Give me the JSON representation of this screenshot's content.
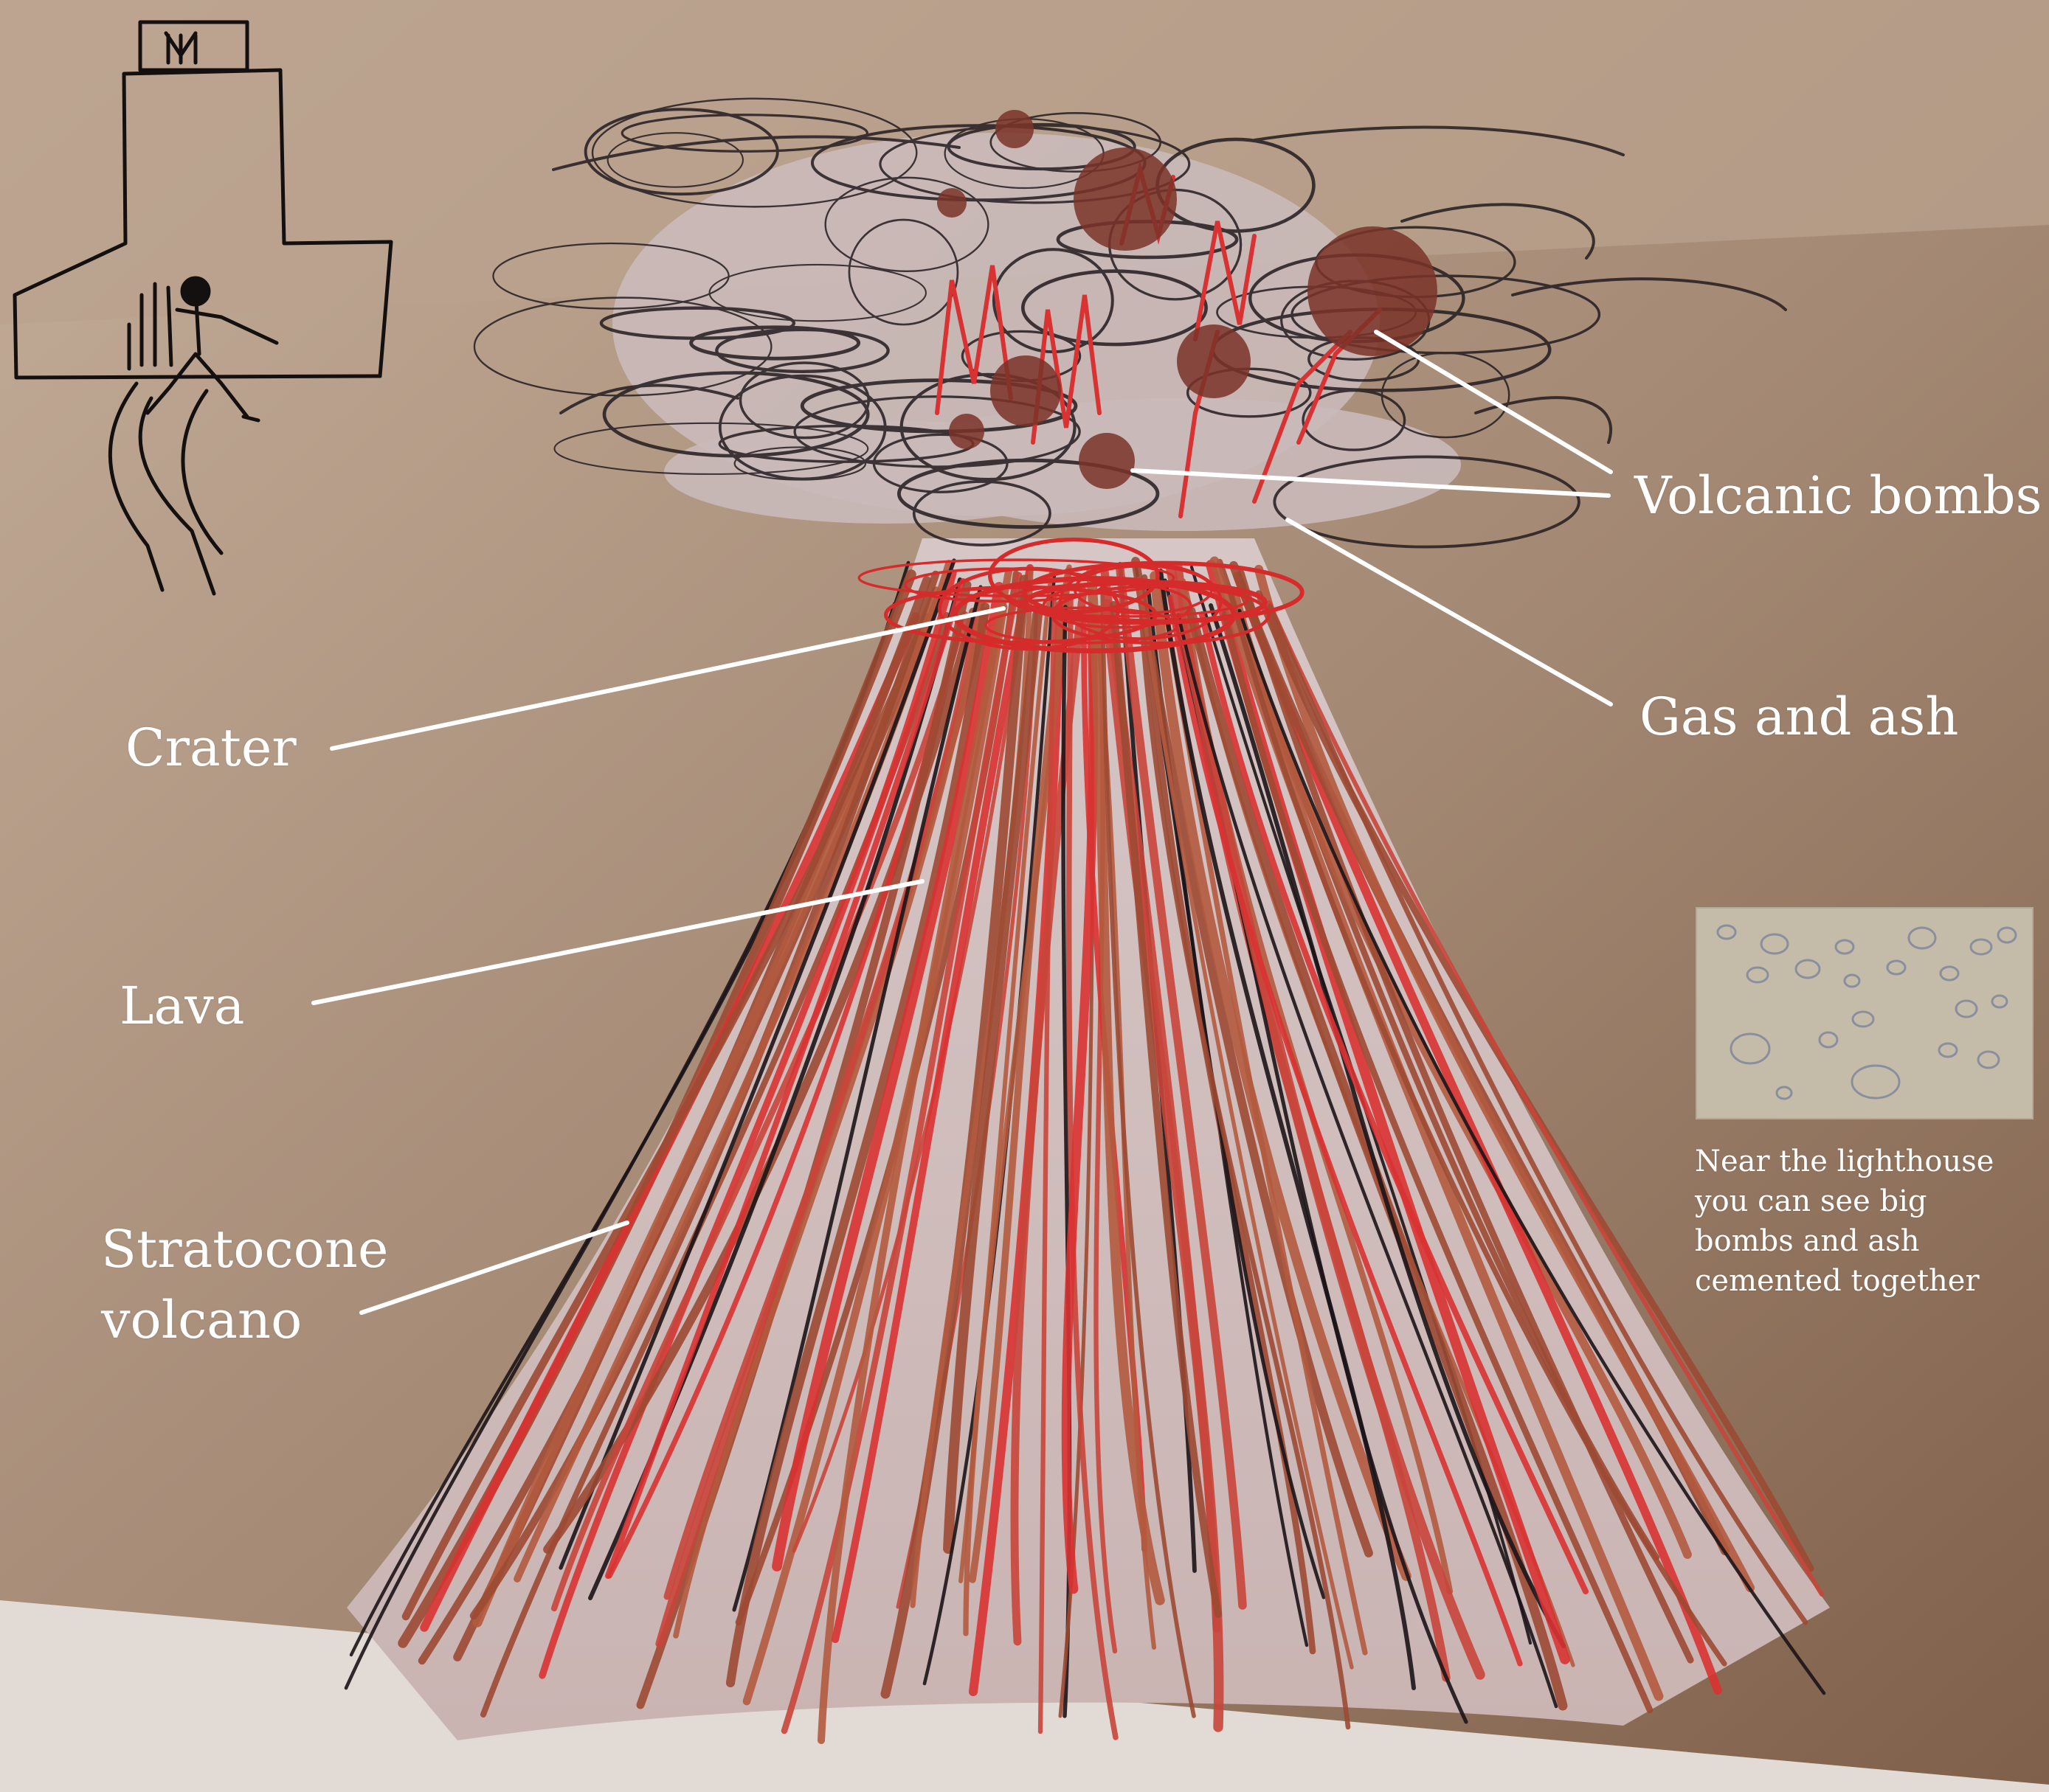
{
  "labels": {
    "volcanic_bombs": "Volcanic bombs",
    "gas_and_ash": "Gas and ash",
    "crater": "Crater",
    "lava": "Lava",
    "stratocone_line1": "Stratocone",
    "stratocone_line2": "volcano"
  },
  "caption": {
    "line1": "Near the lighthouse",
    "line2": "you can see big",
    "line3": "bombs and ash",
    "line4": "cemented together"
  },
  "colors": {
    "background_light": "#c3ad99",
    "background_dark": "#8b6c55",
    "floor": "#e2dbd5",
    "lava_red": "#d93232",
    "lava_brown": "#b35a3e",
    "crayon_black": "#1c1418",
    "bomb": "#7a3328",
    "label_text": "#ffffff"
  },
  "icons": [
    "lighthouse-sketch",
    "volcano-drawing",
    "rock-photo"
  ]
}
